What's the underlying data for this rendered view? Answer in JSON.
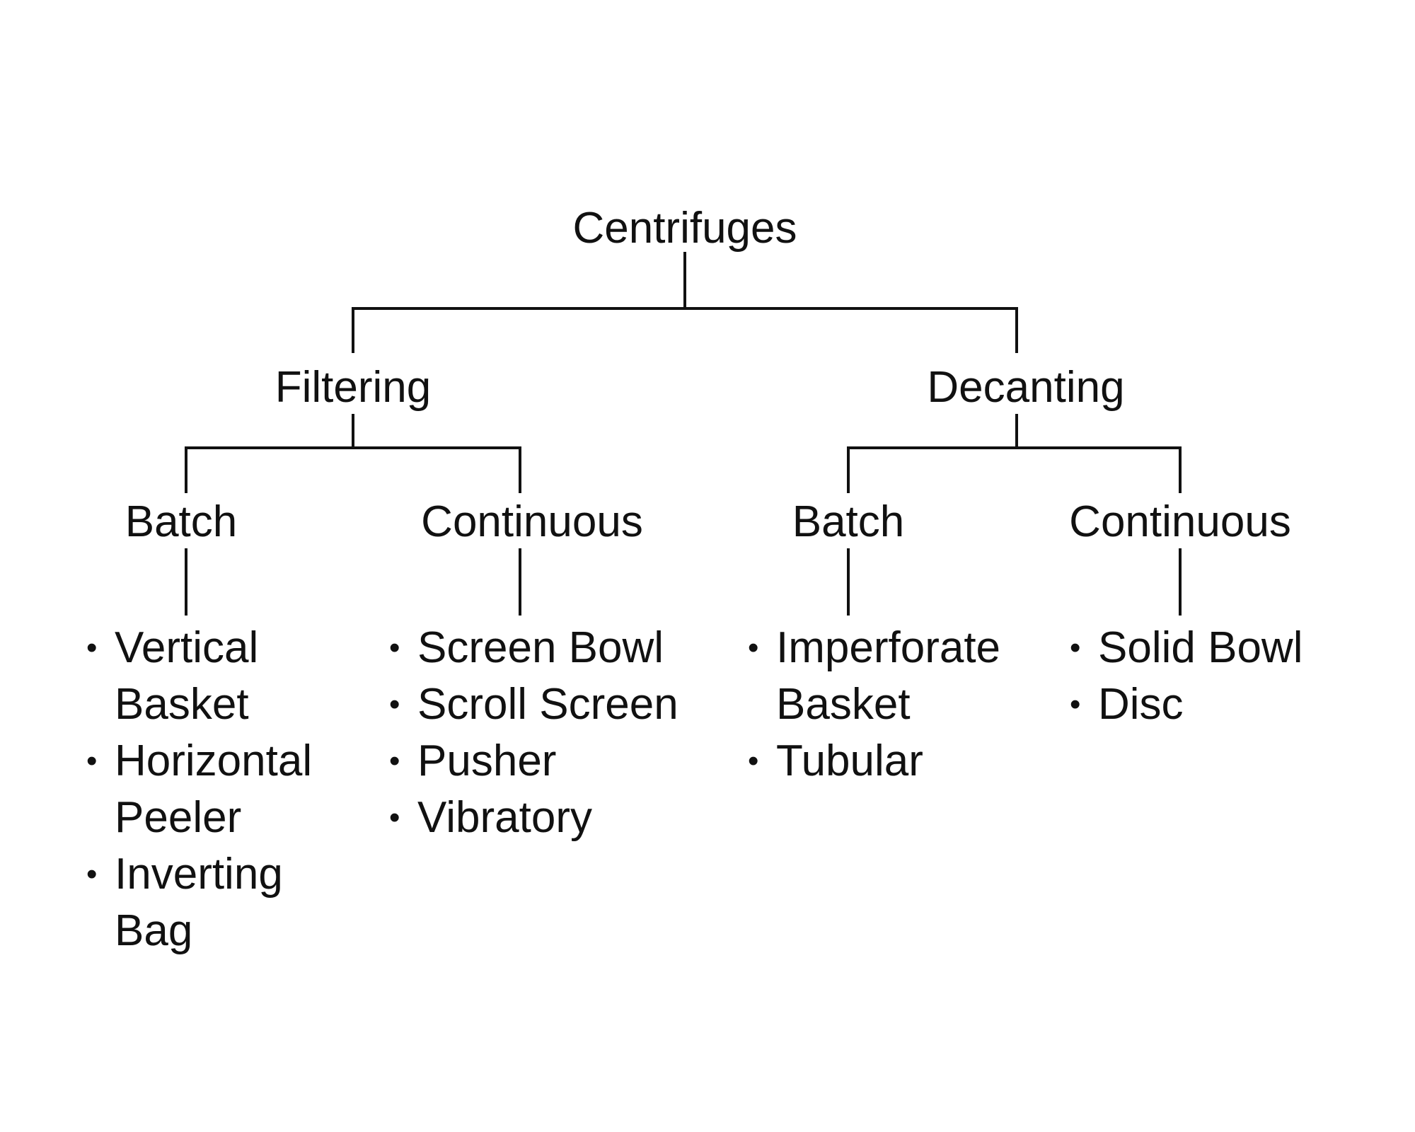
{
  "tree": {
    "root": {
      "label": "Centrifuges"
    },
    "filtering": {
      "label": "Filtering",
      "batch": {
        "label": "Batch",
        "items": [
          "Vertical Basket",
          "Horizontal Peeler",
          "Inverting Bag"
        ]
      },
      "continuous": {
        "label": "Continuous",
        "items": [
          "Screen Bowl",
          "Scroll Screen",
          "Pusher",
          "Vibratory"
        ]
      }
    },
    "decanting": {
      "label": "Decanting",
      "batch": {
        "label": "Batch",
        "items": [
          "Imperforate Basket",
          "Tubular"
        ]
      },
      "continuous": {
        "label": "Continuous",
        "items": [
          "Solid Bowl",
          "Disc"
        ]
      }
    }
  }
}
